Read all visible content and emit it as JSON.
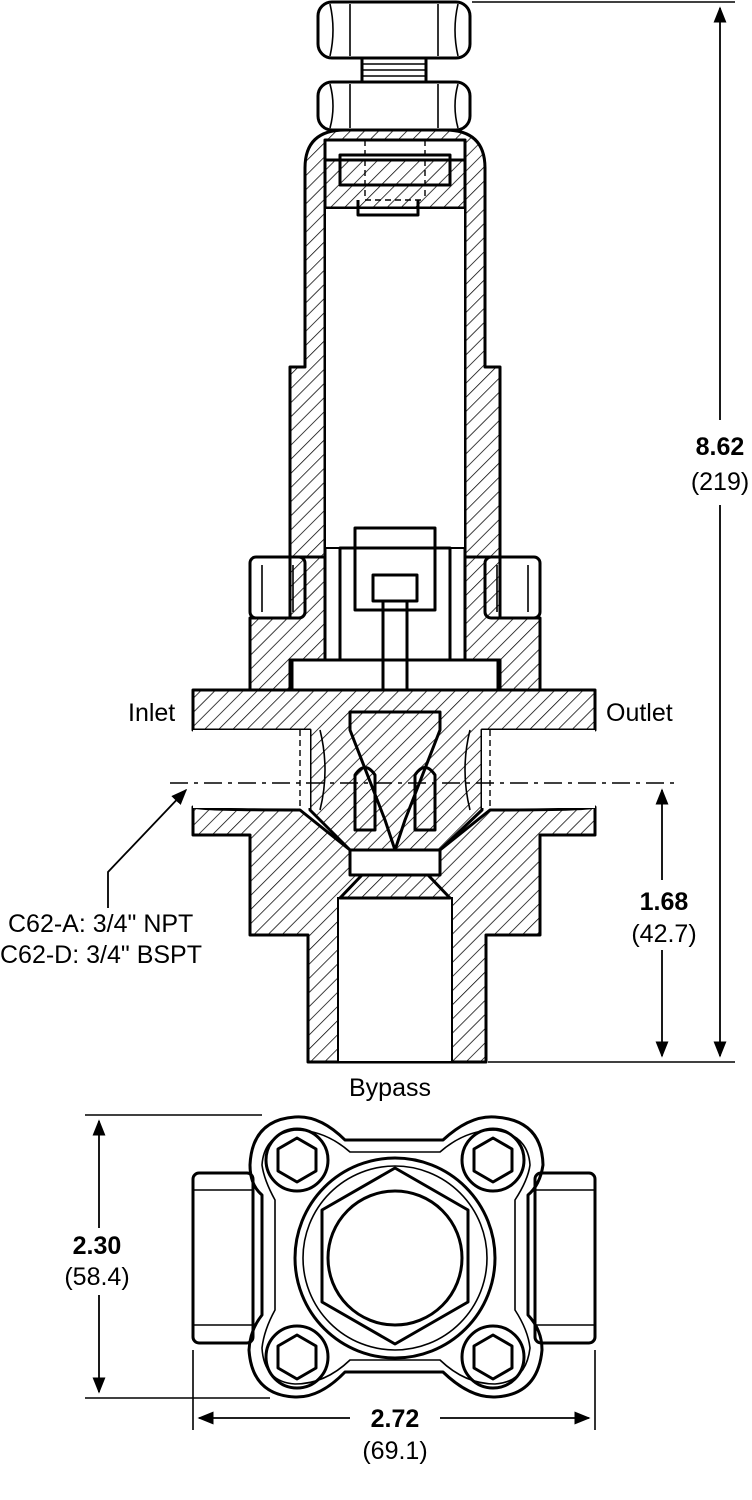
{
  "labels": {
    "inlet": "Inlet",
    "outlet": "Outlet",
    "bypass": "Bypass",
    "thread_a": "C62-A: 3/4\" NPT",
    "thread_d": "C62-D: 3/4\" BSPT"
  },
  "dimensions": {
    "overall_height": {
      "value": "8.62",
      "metric": "(219)"
    },
    "centerline_height": {
      "value": "1.68",
      "metric": "(42.7)"
    },
    "base_depth": {
      "value": "2.30",
      "metric": "(58.4)"
    },
    "base_width": {
      "value": "2.72",
      "metric": "(69.1)"
    }
  }
}
